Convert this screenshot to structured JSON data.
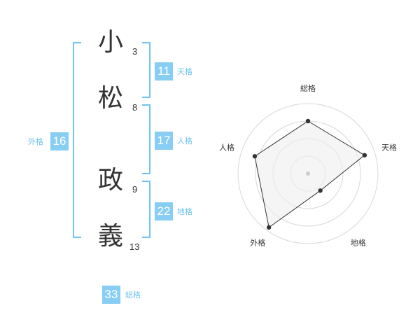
{
  "name_chars": [
    {
      "char": "小",
      "strokes": "3"
    },
    {
      "char": "松",
      "strokes": "8"
    },
    {
      "char": "政",
      "strokes": "9"
    },
    {
      "char": "義",
      "strokes": "13"
    }
  ],
  "grids": {
    "tenkaku": {
      "label": "天格",
      "value": "11"
    },
    "jinkaku": {
      "label": "人格",
      "value": "17"
    },
    "chikaku": {
      "label": "地格",
      "value": "22"
    },
    "gaikaku": {
      "label": "外格",
      "value": "16"
    },
    "soukaku": {
      "label": "総格",
      "value": "33"
    }
  },
  "colors": {
    "accent": "#6ec3ef",
    "badge_bg": "#88cdf3",
    "text": "#333333",
    "radar_fill": "#eeeeee",
    "radar_ring": "#d8d8d8"
  },
  "chart_data": {
    "type": "radar",
    "axes": [
      "総格",
      "天格",
      "地格",
      "外格",
      "人格"
    ],
    "values": [
      0.75,
      0.85,
      0.3,
      0.95,
      0.8
    ],
    "range": [
      0,
      1
    ],
    "rings": 4,
    "grid": true
  }
}
